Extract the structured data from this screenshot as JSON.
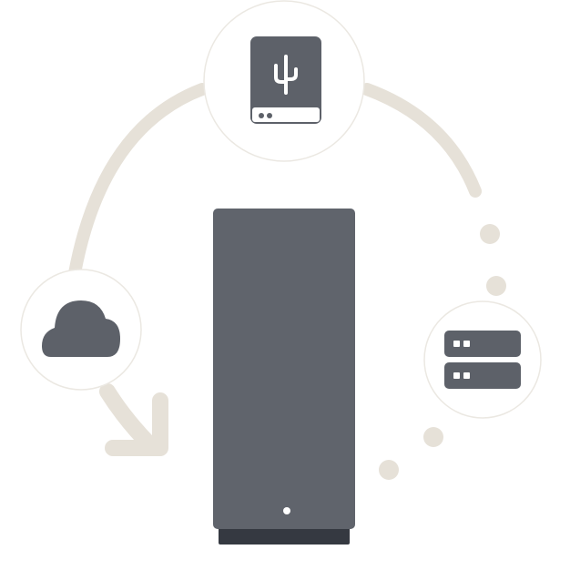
{
  "colors": {
    "background": "#ffffff",
    "connector": "#e6e1d8",
    "node_circle_fill": "#ffffff",
    "node_circle_stroke": "#ebe8e2",
    "icon_dark": "#5d6169",
    "icon_light": "#ffffff",
    "device_body": "#60646c",
    "device_base": "#353941",
    "device_led": "#ffffff"
  },
  "nodes": [
    {
      "id": "external-drive",
      "icon": "usb-drive-icon"
    },
    {
      "id": "cloud",
      "icon": "cloud-icon"
    },
    {
      "id": "nas-server",
      "icon": "server-stack-icon"
    }
  ],
  "center_device": {
    "icon": "backup-tower-device",
    "indicator": "status-led"
  },
  "flow": {
    "source_to_device": "arrow",
    "server_to_device": "dotted-line"
  }
}
